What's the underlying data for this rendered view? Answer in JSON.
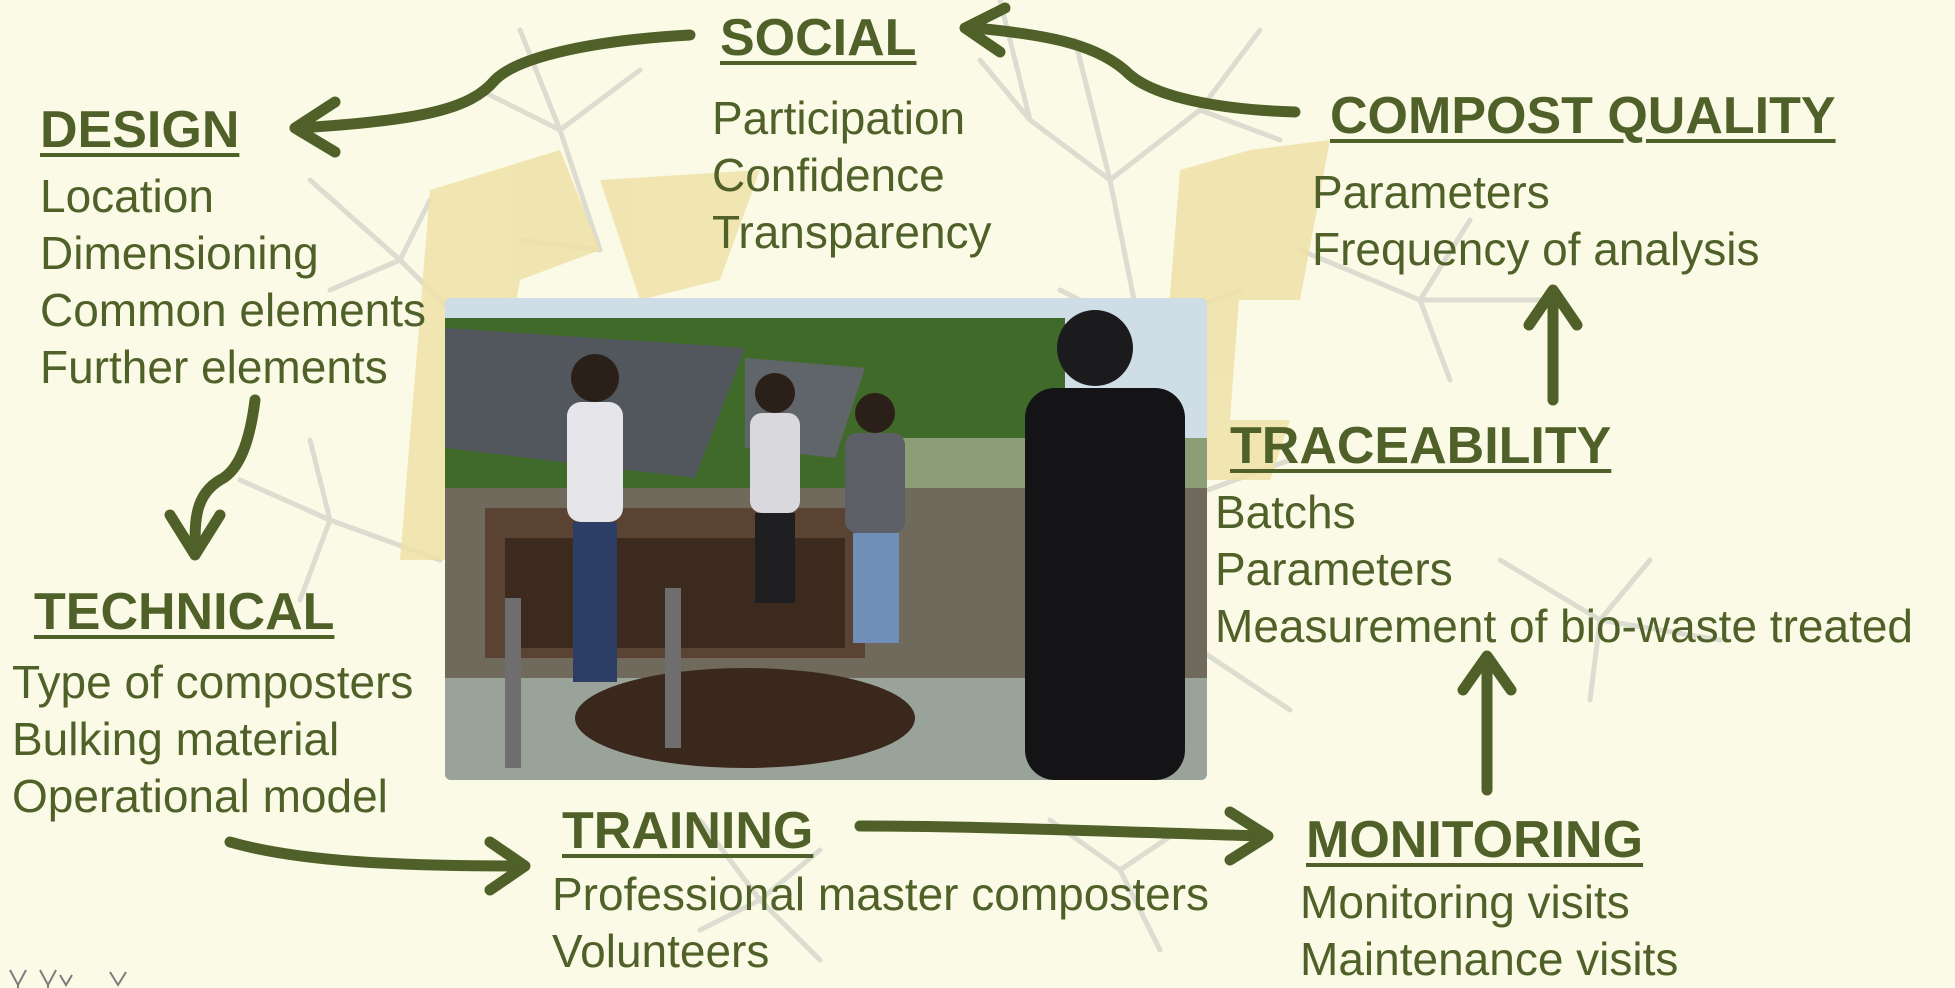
{
  "sections": {
    "social": {
      "title": "SOCIAL",
      "items": [
        "Participation",
        "Confidence",
        "Transparency"
      ]
    },
    "design": {
      "title": "DESIGN",
      "items": [
        "Location",
        "Dimensioning",
        "Common elements",
        "Further elements"
      ]
    },
    "compost_quality": {
      "title": "COMPOST QUALITY",
      "items": [
        "Parameters",
        "Frequency of analysis"
      ]
    },
    "traceability": {
      "title": "TRACEABILITY",
      "items": [
        "Batchs",
        "Parameters",
        "Measurement of bio-waste treated"
      ]
    },
    "technical": {
      "title": "TECHNICAL",
      "items": [
        "Type of composters",
        "Bulking material",
        "Operational model"
      ]
    },
    "training": {
      "title": "TRAINING",
      "items": [
        "Professional master composters",
        "Volunteers"
      ]
    },
    "monitoring": {
      "title": "MONITORING",
      "items": [
        "Monitoring visits",
        "Maintenance visits"
      ]
    }
  },
  "colors": {
    "text": "#4f6128",
    "arrow": "#4f6128",
    "background": "#fbfae6",
    "watermark_logo": "#efe2a8"
  }
}
